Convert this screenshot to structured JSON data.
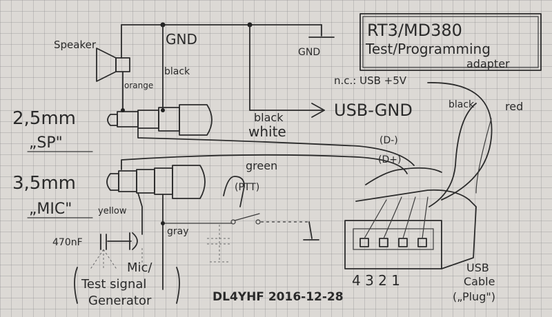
{
  "title_box": {
    "line1": "RT3/MD380",
    "line2": "Test/Programming",
    "line3": "adapter"
  },
  "labels": {
    "speaker": "Speaker",
    "gnd_top": "GND",
    "gnd_symbol": "GND",
    "black_vertical": "black",
    "orange": "orange",
    "jack_25_size": "2,5mm",
    "jack_25_name": "„SP\"",
    "jack_35_size": "3,5mm",
    "jack_35_name": "„MIC\"",
    "black_arrow": "black",
    "white": "white",
    "usb_gnd": "USB-GND",
    "black_usb": "black",
    "red": "red",
    "nc_usb5v": "n.c.: USB +5V",
    "d_minus": "(D-)",
    "d_plus": "(D+)",
    "green": "green",
    "ptt": "(PTT)",
    "yellow": "yellow",
    "gray": "gray",
    "cap": "470nF",
    "mic_1": "Mic/",
    "mic_2": "Test signal",
    "mic_3": "Generator",
    "author_date": "DL4YHF 2016-12-28",
    "pin_numbers": "4  3 2 1",
    "usb_cable_1": "USB",
    "usb_cable_2": "Cable",
    "usb_cable_3": "(„Plug\")"
  },
  "colors": {
    "paper": "#dcd9d5",
    "grid": "#8c8c8c",
    "ink": "#2b2b2b"
  }
}
